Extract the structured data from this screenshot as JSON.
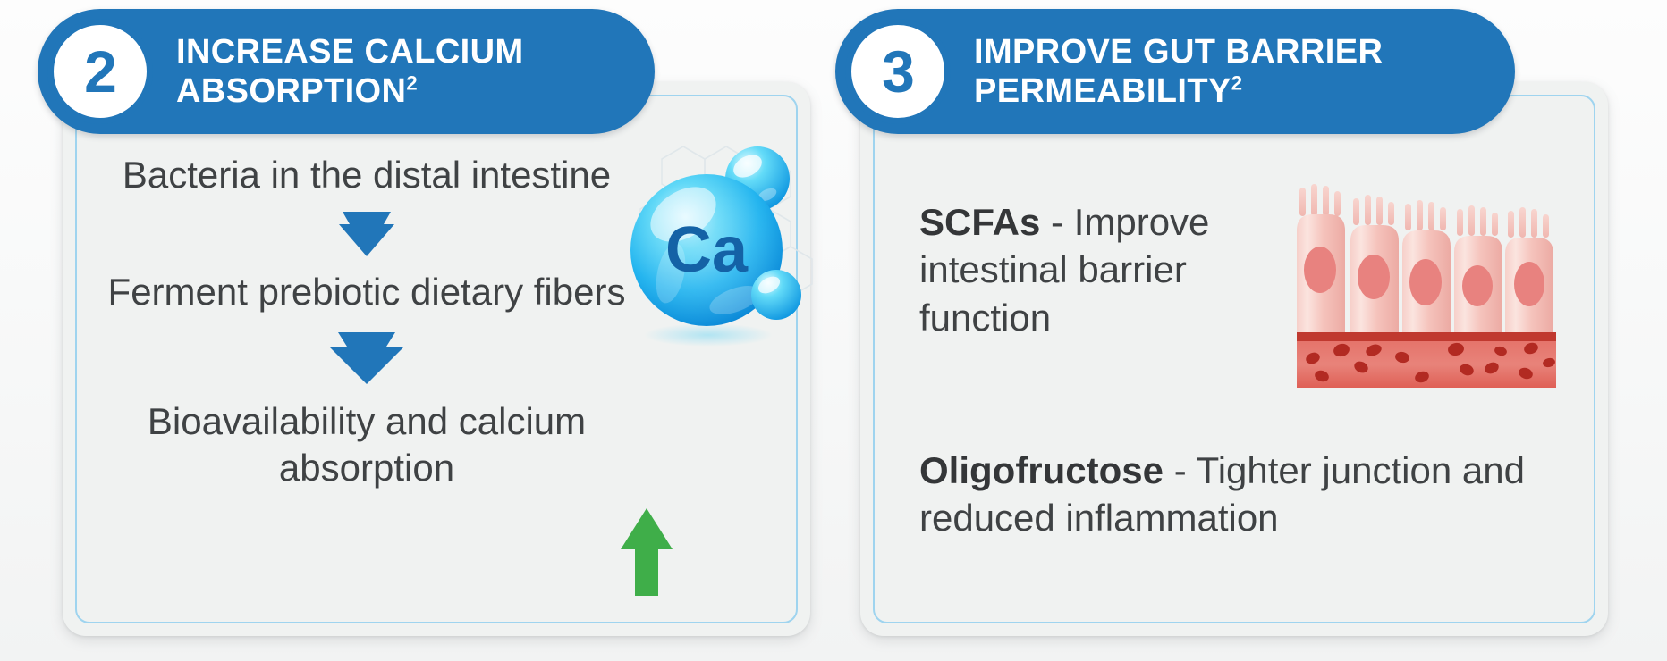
{
  "theme": {
    "brand_blue": "#2176b9",
    "card_bg": "#f0f2f1",
    "card_border_blue": "#9fd4ef",
    "text_gray": "#3f4244",
    "green_arrow": "#3fae49",
    "page_bg": "#f7f8f8"
  },
  "panels": [
    {
      "id": "panel-2",
      "badge_number": "2",
      "title": "INCREASE CALCIUM ABSORPTION",
      "title_superscript": "2",
      "flow_steps": [
        {
          "type": "text",
          "label": "Bacteria in the distal intestine"
        },
        {
          "type": "arrow",
          "label": "down-arrow-small",
          "direction": "down",
          "color": "#2176b9"
        },
        {
          "type": "text",
          "label": "Ferment prebiotic dietary fibers"
        },
        {
          "type": "arrow",
          "label": "down-arrow-large",
          "direction": "down",
          "color": "#2176b9"
        },
        {
          "type": "text",
          "label": "Bioavailability and calcium absorption"
        }
      ],
      "increase_indicator": {
        "icon": "up-arrow-icon",
        "direction": "up",
        "color": "#3fae49"
      },
      "illustration": {
        "name": "calcium-molecule-illustration",
        "element_label": "Ca",
        "element_label_color": "#1462a6",
        "bubble_color": "#23b9ee",
        "bubble_count": 3,
        "background_pattern": "hexagon-lattice"
      }
    },
    {
      "id": "panel-3",
      "badge_number": "3",
      "title": "IMPROVE GUT BARRIER PERMEABILITY",
      "title_superscript": "2",
      "bullets": [
        {
          "term": "SCFAs",
          "separator": " - ",
          "description": "Improve intestinal barrier function"
        },
        {
          "term": "Oligofructose",
          "separator": " - ",
          "description": "Tighter junction and reduced inflammation"
        }
      ],
      "illustration": {
        "name": "intestinal-epithelium-illustration",
        "cell_count": 5,
        "microvilli_per_cell": 4,
        "epithelium_color": "#f3b3ad",
        "nucleus_color": "#e8827f",
        "basement_membrane_color": "#c0392f",
        "lamina_propria_color": "#e0675f",
        "blood_cell_color": "#b22a22"
      }
    }
  ]
}
